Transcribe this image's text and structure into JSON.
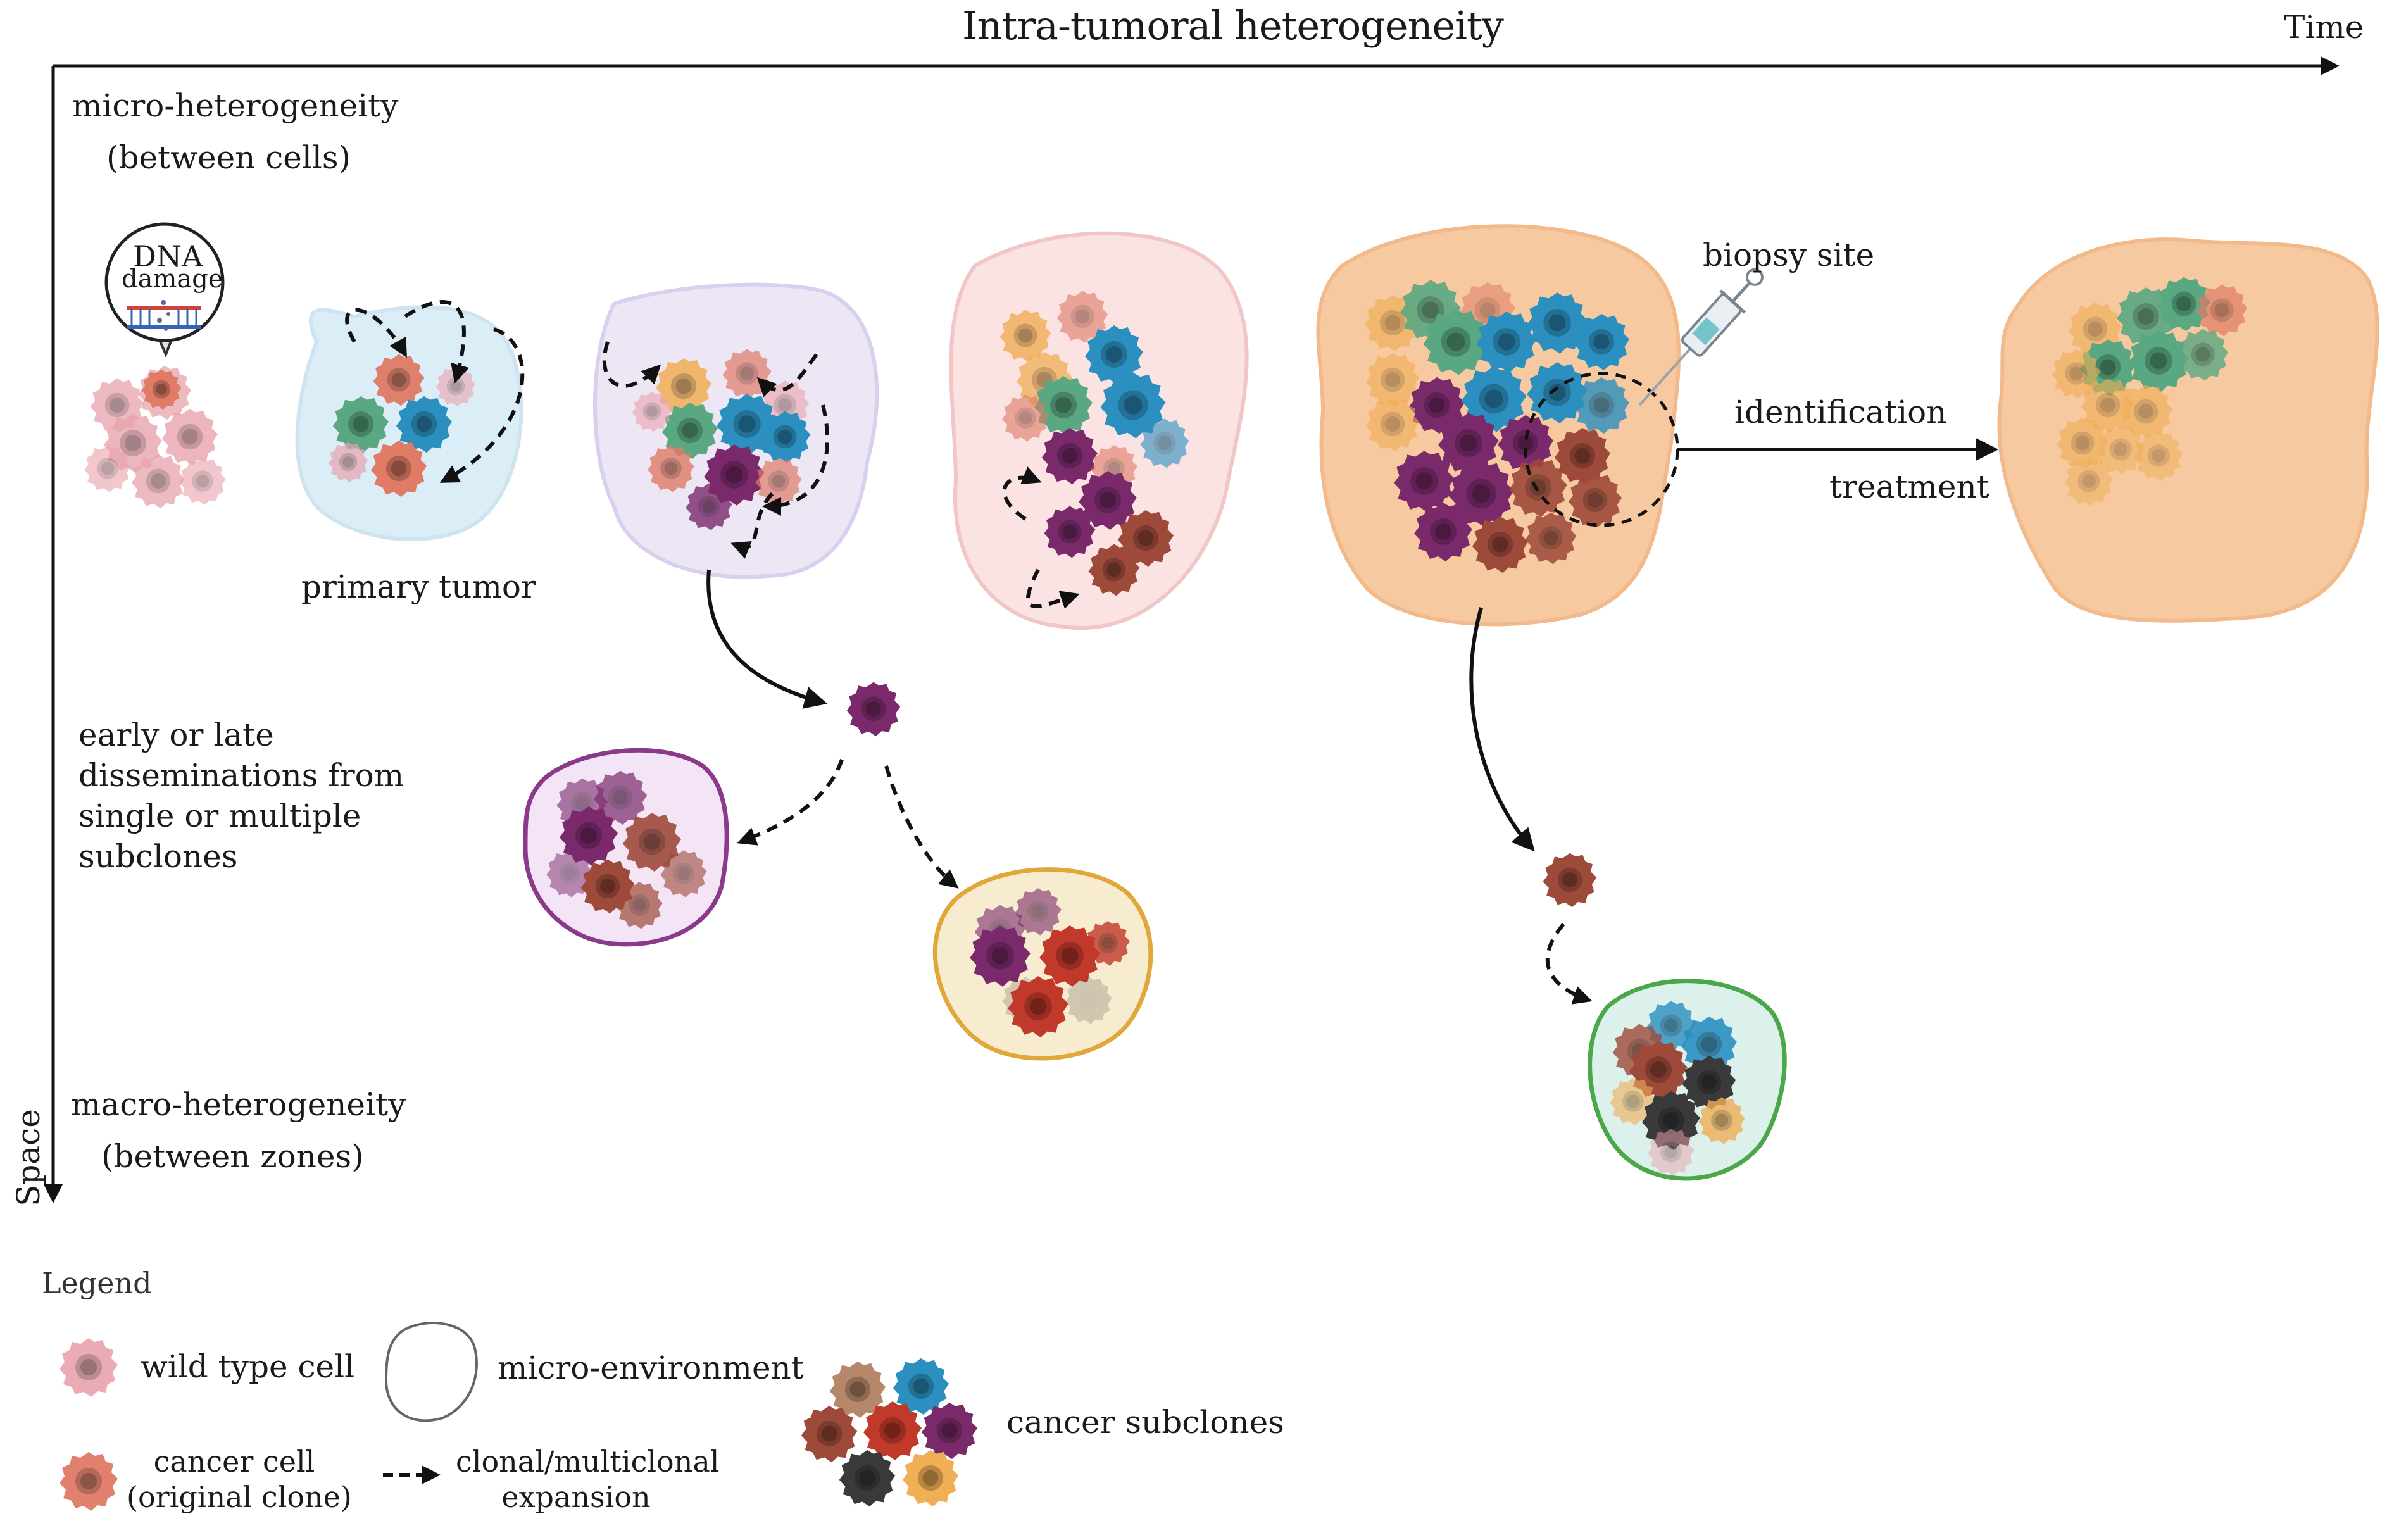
{
  "header": {
    "title": "Intra-tumoral heterogeneity",
    "time_axis": "Time",
    "space_axis": "Space"
  },
  "rows": {
    "micro_line1": "micro-heterogeneity",
    "micro_line2": "(between cells)",
    "dissemination_lines": [
      "early or late",
      "disseminations from",
      "single or multiple",
      "subclones"
    ],
    "macro_line1": "macro-heterogeneity",
    "macro_line2": "(between zones)"
  },
  "annotations": {
    "dna_line1": "DNA",
    "dna_line2": "damage",
    "primary_tumor": "primary tumor",
    "biopsy_site": "biopsy site",
    "identification": "identification",
    "treatment": "treatment"
  },
  "legend": {
    "title": "Legend",
    "wild_type": "wild type cell",
    "cancer_cell_line1": "cancer cell",
    "cancer_cell_line2": "(original clone)",
    "micro_env": "micro-environment",
    "expansion_line1": "clonal/multiclonal",
    "expansion_line2": "expansion",
    "subclones": "cancer subclones"
  },
  "colors": {
    "wild_type": "#e9a3ad",
    "original_clone": "#e07b66",
    "green": "#5aa882",
    "blue": "#2b8fc0",
    "purple": "#7a2a6b",
    "brown": "#9e4a3a",
    "red": "#c0392b",
    "orange": "#f0ae55",
    "dark": "#3a3a3a",
    "tan": "#b6876a",
    "env_blue": "#dbeef8",
    "env_lavender": "#ece6f5",
    "env_pink": "#fbe3e3",
    "env_orange": "#f7c9a0",
    "env_purple_stroke": "#8b3a8b",
    "env_yellow_stroke": "#e0a83a",
    "env_green_stroke": "#4aa84a"
  }
}
